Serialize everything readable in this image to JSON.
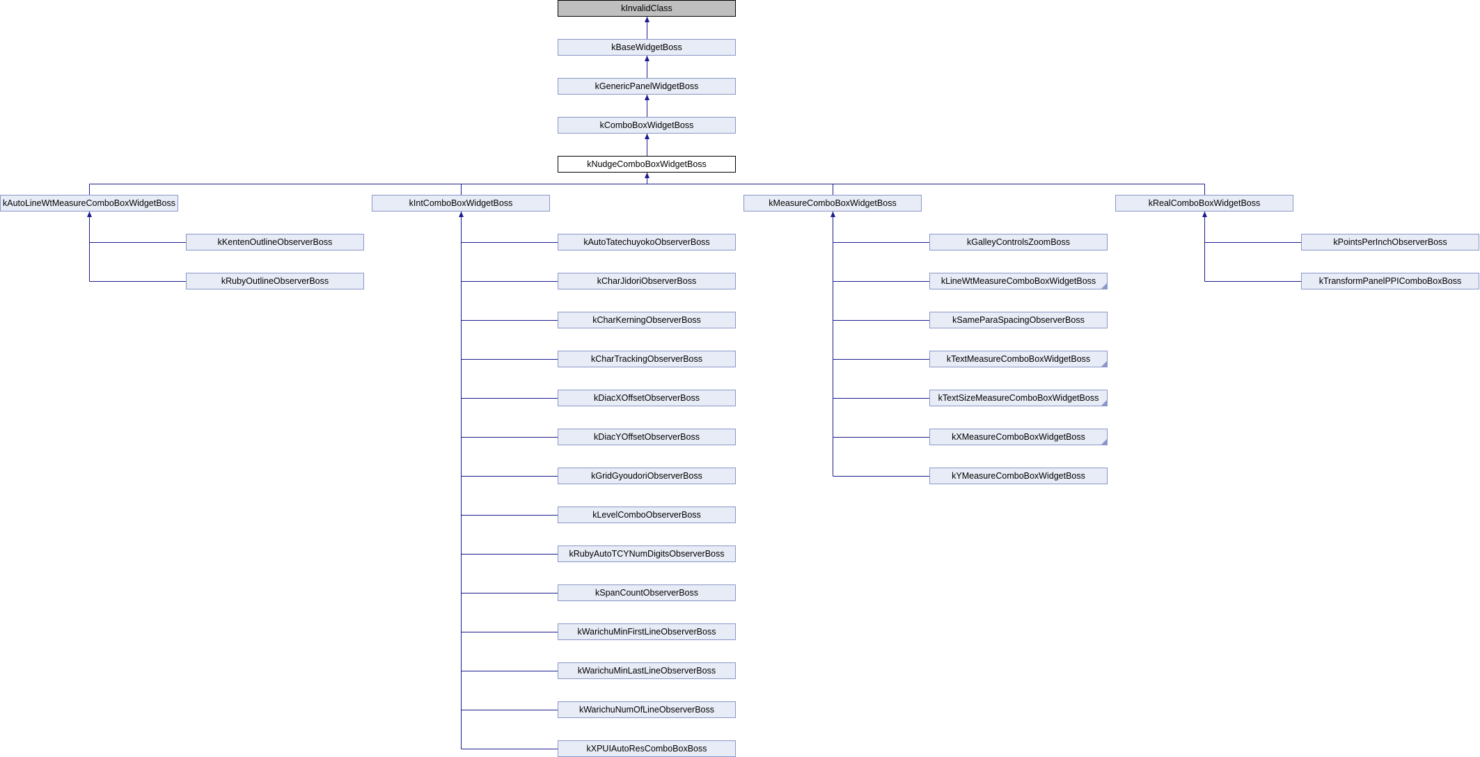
{
  "diagram": {
    "type": "class-inheritance-graph",
    "nodes": {
      "root": "kInvalidClass",
      "base": "kBaseWidgetBoss",
      "generic_panel": "kGenericPanelWidgetBoss",
      "combo": "kComboBoxWidgetBoss",
      "nudge": "kNudgeComboBoxWidgetBoss",
      "auto_line": "kAutoLineWtMeasureComboBoxWidgetBoss",
      "int_combo": "kIntComboBoxWidgetBoss",
      "measure_combo": "kMeasureComboBoxWidgetBoss",
      "real_combo": "kRealComboBoxWidgetBoss",
      "kenten": "kKentenOutlineObserverBoss",
      "ruby_outline": "kRubyOutlineObserverBoss",
      "auto_tate": "kAutoTatechuyokoObserverBoss",
      "char_jidori": "kCharJidoriObserverBoss",
      "char_kerning": "kCharKerningObserverBoss",
      "char_tracking": "kCharTrackingObserverBoss",
      "diac_x": "kDiacXOffsetObserverBoss",
      "diac_y": "kDiacYOffsetObserverBoss",
      "grid_gyoudori": "kGridGyoudoriObserverBoss",
      "level_combo": "kLevelComboObserverBoss",
      "ruby_auto_tcy": "kRubyAutoTCYNumDigitsObserverBoss",
      "span_count": "kSpanCountObserverBoss",
      "warichu_first": "kWarichuMinFirstLineObserverBoss",
      "warichu_last": "kWarichuMinLastLineObserverBoss",
      "warichu_num": "kWarichuNumOfLineObserverBoss",
      "xpui_auto_res": "kXPUIAutoResComboBoxBoss",
      "galley_zoom": "kGalleyControlsZoomBoss",
      "line_wt_measure": "kLineWtMeasureComboBoxWidgetBoss",
      "same_para": "kSameParaSpacingObserverBoss",
      "text_measure": "kTextMeasureComboBoxWidgetBoss",
      "text_size_measure": "kTextSizeMeasureComboBoxWidgetBoss",
      "x_measure": "kXMeasureComboBoxWidgetBoss",
      "y_measure": "kYMeasureComboBoxWidgetBoss",
      "points_per_inch": "kPointsPerInchObserverBoss",
      "transform_ppi": "kTransformPanelPPIComboBoxBoss"
    },
    "colors": {
      "edge": "#1a1a8c",
      "node_fill": "#e8ecf6",
      "node_border": "#8a96c8",
      "root_fill": "#bfbfbf",
      "current_fill": "#ffffff"
    }
  }
}
